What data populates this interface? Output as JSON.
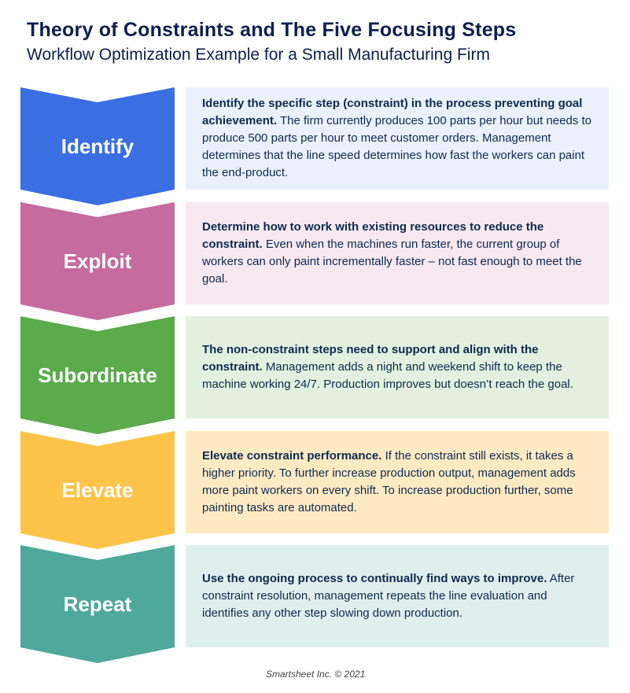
{
  "header": {
    "title": "Theory of Constraints and The Five Focusing Steps",
    "subtitle": "Workflow Optimization Example for a Small Manufacturing Firm"
  },
  "steps": [
    {
      "label": "Identify",
      "color": "#3a6fe2",
      "bg": "#ebf0fd",
      "bold": "Identify the specific step (constraint) in the process preventing goal achievement.",
      "text": " The firm currently produces 100 parts per hour but needs to produce 500 parts per hour to meet customer orders. Management determines that the line speed determines how fast the workers can paint the end-product."
    },
    {
      "label": "Exploit",
      "color": "#c56b9d",
      "bg": "#f6e8f1",
      "bold": "Determine how to work with existing resources to reduce the constraint.",
      "text": " Even when the machines run faster, the current group of workers can only paint incrementally faster – not fast enough to meet the goal."
    },
    {
      "label": "Subordinate",
      "color": "#5aab4a",
      "bg": "#e3f0df",
      "bold": "The non-constraint steps need to support and align with the constraint.",
      "text": " Management adds a night and weekend shift to keep the machine working 24/7. Production improves but doesn’t reach the goal."
    },
    {
      "label": "Elevate",
      "color": "#fec449",
      "bg": "#feeac2",
      "bold": "Elevate constraint performance.",
      "text": " If the constraint still exists, it takes a higher priority. To further increase production output, management adds more paint workers on every shift. To increase production further, some painting tasks are automated."
    },
    {
      "label": "Repeat",
      "color": "#4ea99b",
      "bg": "#dfefed",
      "bold": "Use the ongoing process to continually find ways to improve.",
      "text": " After constraint resolution, management repeats the line evaluation and identifies any other step slowing down production."
    }
  ],
  "footer": "Smartsheet Inc. © 2021"
}
